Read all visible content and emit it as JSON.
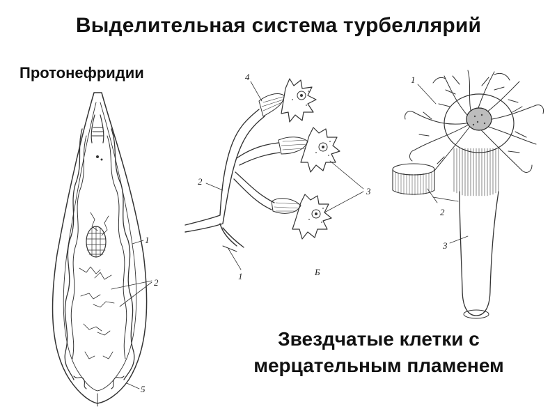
{
  "title": "Выделительная система турбеллярий",
  "subtitle": "Протонефридии",
  "caption": {
    "line1": "Звездчатые клетки с",
    "line2": "мерцательным пламенем"
  },
  "figure_left": {
    "labels": [
      "1",
      "2",
      "5"
    ]
  },
  "figure_middle": {
    "labels": [
      "4",
      "2",
      "3",
      "1",
      "Б"
    ]
  },
  "figure_right": {
    "labels": [
      "1",
      "2",
      "3"
    ]
  }
}
